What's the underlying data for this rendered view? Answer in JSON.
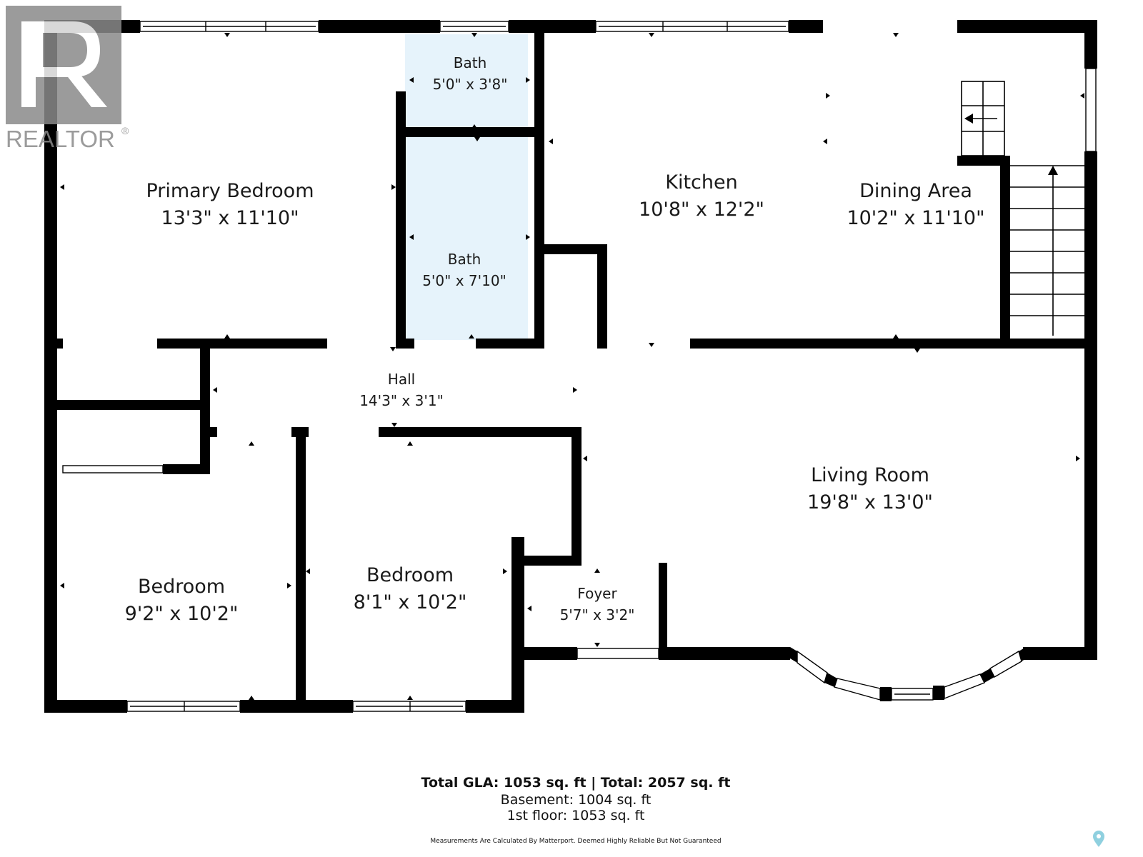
{
  "logo": {
    "text": "REALTOR",
    "mark": "®",
    "color": "#8a8a8a",
    "icon": "realtor-r-logo"
  },
  "rooms": {
    "primary_bedroom": {
      "name": "Primary Bedroom",
      "dims": "13'3\" x 11'10\""
    },
    "bath_upper": {
      "name": "Bath",
      "dims": "5'0\" x 3'8\""
    },
    "bath_lower": {
      "name": "Bath",
      "dims": "5'0\" x 7'10\""
    },
    "kitchen": {
      "name": "Kitchen",
      "dims": "10'8\" x 12'2\""
    },
    "dining_area": {
      "name": "Dining Area",
      "dims": "10'2\" x 11'10\""
    },
    "hall": {
      "name": "Hall",
      "dims": "14'3\" x 3'1\""
    },
    "living_room": {
      "name": "Living Room",
      "dims": "19'8\" x 13'0\""
    },
    "bedroom_left": {
      "name": "Bedroom",
      "dims": "9'2\" x 10'2\""
    },
    "bedroom_mid": {
      "name": "Bedroom",
      "dims": "8'1\" x 10'2\""
    },
    "foyer": {
      "name": "Foyer",
      "dims": "5'7\" x 3'2\""
    }
  },
  "summary": {
    "total_line": "Total GLA: 1053 sq. ft | Total: 2057 sq. ft",
    "basement_line": "Basement: 1004 sq. ft",
    "first_floor_line": "1st floor: 1053 sq. ft",
    "disclaimer": "Measurements Are Calculated By Matterport. Deemed Highly Reliable But Not Guaranteed"
  },
  "colors": {
    "wall": "#000000",
    "bath_fill": "#e6f3fb",
    "background": "#ffffff",
    "pin": "#8fd0df"
  },
  "icons": [
    "stairs-up-arrow-icon",
    "stairs-left-arrow-icon",
    "location-pin-icon"
  ]
}
